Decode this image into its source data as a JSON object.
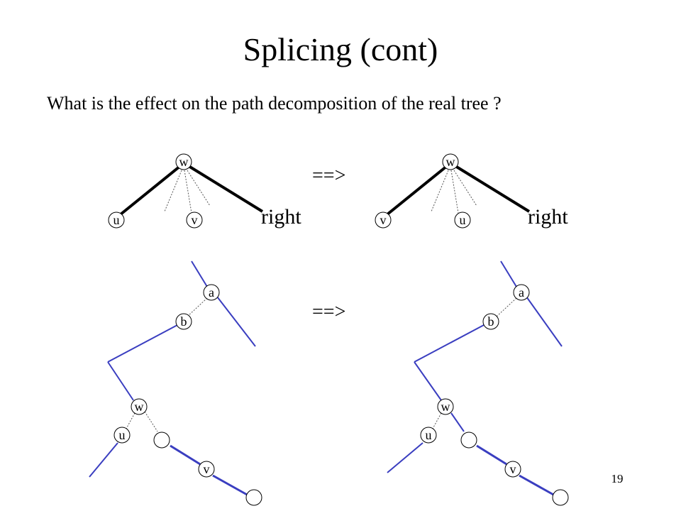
{
  "slide": {
    "title": "Splicing (cont)",
    "subtitle": "What is the effect on the path decomposition of the real tree ?",
    "page_number": "19"
  },
  "arrows": {
    "top": "==>",
    "bottom": "==>"
  },
  "top_left": {
    "root": "w",
    "left": "u",
    "middle": "v",
    "right": "right"
  },
  "top_right": {
    "root": "w",
    "left": "v",
    "middle": "u",
    "right": "right"
  },
  "bottom_left": {
    "a": "a",
    "b": "b",
    "w": "w",
    "u": "u",
    "v": "v"
  },
  "bottom_right": {
    "a": "a",
    "b": "b",
    "w": "w",
    "u": "u",
    "v": "v"
  },
  "colors": {
    "path": "#3a3ec0",
    "edge": "#000000",
    "dotted": "#555555"
  }
}
